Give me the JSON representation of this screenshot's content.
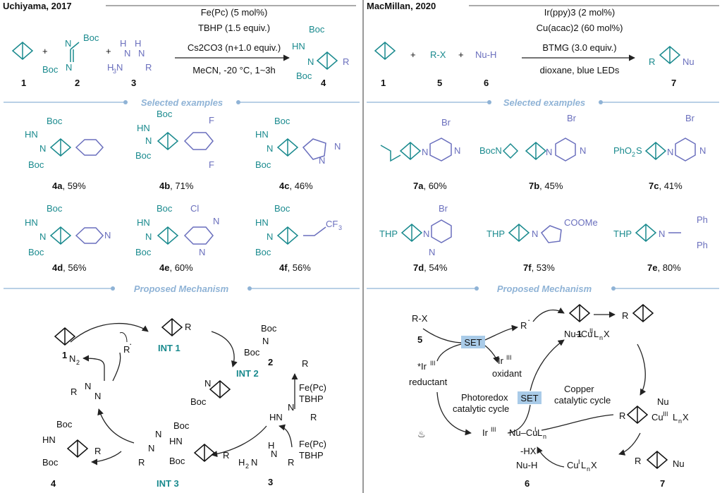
{
  "left": {
    "title": "Uchiyama, 2017",
    "conditions": [
      "Fe(Pc) (5 mol%)",
      "TBHP (1.5 equiv.)",
      "Cs2CO3 (n+1.0 equiv.)",
      "MeCN, -20 °C, 1~3h"
    ],
    "compound_labels": [
      "1",
      "2",
      "3",
      "4"
    ],
    "section_examples": "Selected examples",
    "examples": [
      {
        "id": "4a",
        "yield": ", 59%"
      },
      {
        "id": "4b",
        "yield": ", 71%"
      },
      {
        "id": "4c",
        "yield": ", 46%"
      },
      {
        "id": "4d",
        "yield": ", 56%"
      },
      {
        "id": "4e",
        "yield": ", 60%"
      },
      {
        "id": "4f",
        "yield": ", 56%"
      }
    ],
    "section_mechanism": "Proposed Mechanism",
    "intermediates": [
      "INT 1",
      "INT 2",
      "INT 3"
    ],
    "mech_text": {
      "n2": "N2",
      "fepc": "Fe(Pc)",
      "tbhp": "TBHP"
    }
  },
  "right": {
    "title": "MacMillan, 2020",
    "conditions": [
      "Ir(ppy)3 (2 mol%)",
      "Cu(acac)2 (60 mol%)",
      "BTMG (3.0 equiv.)",
      "dioxane, blue LEDs"
    ],
    "reagents": {
      "rx": "R-X",
      "nuh": "Nu-H"
    },
    "compound_labels": [
      "1",
      "5",
      "6",
      "7"
    ],
    "section_examples": "Selected examples",
    "examples": [
      {
        "id": "7a",
        "yield": ", 60%"
      },
      {
        "id": "7b",
        "yield": ", 45%"
      },
      {
        "id": "7c",
        "yield": ", 41%"
      },
      {
        "id": "7d",
        "yield": ", 54%"
      },
      {
        "id": "7f",
        "yield": ", 53%"
      },
      {
        "id": "7e",
        "yield": ", 80%"
      }
    ],
    "section_mechanism": "Proposed Mechanism",
    "mech_text": {
      "set": "SET",
      "oxidant": "oxidant",
      "reductant": "reductant",
      "photoredox": "Photoredox",
      "photoredox2": "catalytic cycle",
      "copper": "Copper",
      "copper2": "catalytic cycle",
      "hx": "-HX",
      "nuh": "Nu-H"
    }
  },
  "colors": {
    "teal": "#1a8a8e",
    "blue": "#6a6fbd",
    "section": "#8fb3d6",
    "set_bg": "#a9cbe8"
  }
}
